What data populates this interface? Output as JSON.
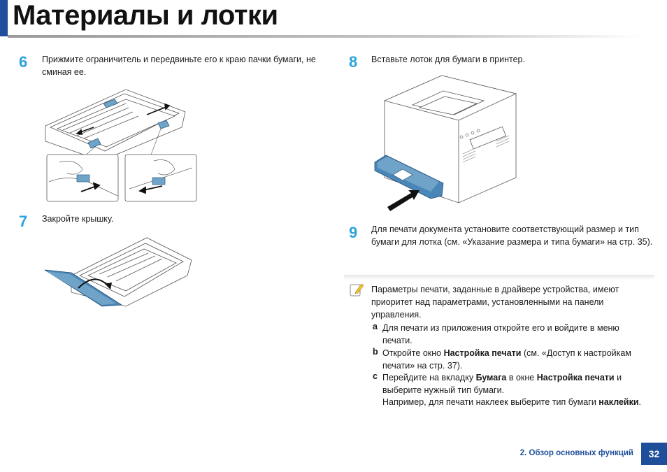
{
  "header": {
    "title": "Материалы и лотки"
  },
  "steps": {
    "s6": {
      "num": "6",
      "text": "Прижмите ограничитель и передвиньте его к краю пачки бумаги, не сминая ее."
    },
    "s7": {
      "num": "7",
      "text": "Закройте крышку."
    },
    "s8": {
      "num": "8",
      "text": "Вставьте лоток для бумаги в принтер."
    },
    "s9": {
      "num": "9",
      "text": "Для печати документа установите соответствующий размер и тип бумаги для лотка (см. «Указание размера и типа бумаги» на стр. 35)."
    }
  },
  "note": {
    "icon": "note-pencil-icon",
    "intro": "Параметры печати, заданные в драйвере устройства, имеют приоритет над параметрами, установленными на панели управления.",
    "a_letter": "a",
    "a_text": "Для печати из приложения откройте его и войдите в меню печати.",
    "b_letter": "b",
    "b_pre": "Откройте окно ",
    "b_bold": "Настройка печати",
    "b_post": " (см. «Доступ к настройкам печати» на стр. 37).",
    "c_letter": "c",
    "c_pre": "Перейдите на вкладку ",
    "c_bold1": "Бумага",
    "c_mid": " в окне ",
    "c_bold2": "Настройка печати",
    "c_post": " и выберите нужный тип бумаги.",
    "ex_pre": "Например, для печати наклеек выберите тип бумаги ",
    "ex_bold": "наклейки",
    "ex_post": "."
  },
  "footer": {
    "section": "2. Обзор основных функций",
    "page": "32"
  },
  "colors": {
    "accent": "#1f4e9a",
    "step_number": "#2aa3dc",
    "guide_blue": "#6fa3c8"
  }
}
